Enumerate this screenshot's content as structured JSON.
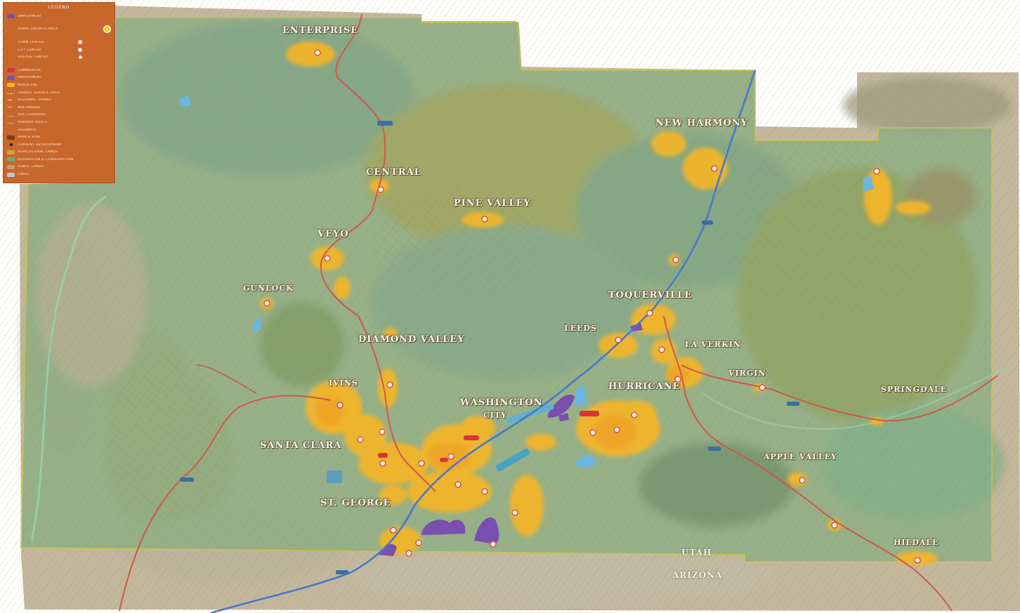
{
  "map": {
    "towns": [
      {
        "id": "enterprise",
        "label": "Enterprise"
      },
      {
        "id": "central",
        "label": "Central"
      },
      {
        "id": "pine-valley",
        "label": "Pine Valley"
      },
      {
        "id": "new-harmony",
        "label": "New Harmony"
      },
      {
        "id": "veyo",
        "label": "Veyo"
      },
      {
        "id": "gunlock",
        "label": "Gunlock"
      },
      {
        "id": "toquerville",
        "label": "Toquerville"
      },
      {
        "id": "leeds",
        "label": "Leeds"
      },
      {
        "id": "la-verkin",
        "label": "La Verkin"
      },
      {
        "id": "diamond-valley",
        "label": "Diamond Valley"
      },
      {
        "id": "virgin",
        "label": "Virgin"
      },
      {
        "id": "ivins",
        "label": "Ivins"
      },
      {
        "id": "hurricane",
        "label": "Hurricane"
      },
      {
        "id": "washington",
        "label": "Washington"
      },
      {
        "id": "city",
        "label": "City"
      },
      {
        "id": "springdale",
        "label": "Springdale"
      },
      {
        "id": "santa-clara",
        "label": "Santa Clara"
      },
      {
        "id": "apple-valley",
        "label": "Apple Valley"
      },
      {
        "id": "st-george",
        "label": "St. George"
      },
      {
        "id": "hildale",
        "label": "Hildale"
      }
    ],
    "states": {
      "north": "Utah",
      "south": "Arizona"
    },
    "colors": {
      "land": "#c7bfa8",
      "forest": "#86a98a",
      "terrain": "#a8913e",
      "growth": "#f2b52a",
      "special": "#7b4fb0",
      "water": "#6bb6e0",
      "highway": "#d2574a",
      "interstate": "#4b78c9",
      "boundary": "#b7b24a",
      "legend_bg": "#c8672c"
    }
  },
  "legend": {
    "title": "Legend",
    "items": [
      {
        "label": "Employment",
        "color": "#7b4fb0"
      },
      {
        "label": "Rural Growth Area",
        "color": "#f5d040",
        "icon": "circle"
      },
      {
        "label": "Town Center",
        "color": "#f3d7c4",
        "icon": "dot"
      },
      {
        "label": "City Center",
        "color": "#f3d7c4",
        "icon": "dot"
      },
      {
        "label": "Village Center",
        "color": "#f3d7c4",
        "icon": "dot"
      },
      {
        "label": "Commercial",
        "color": "#d8343a"
      },
      {
        "label": "Employment",
        "color": "#7b4fb0"
      },
      {
        "label": "Mixed Use",
        "color": "#f2b52a"
      },
      {
        "label": "Transit Service Area",
        "color": "#f5e6c8"
      },
      {
        "label": "Regional Transit",
        "color": "#ffffff",
        "icon": "wave"
      },
      {
        "label": "Multimodal",
        "color": "#f5e6c8",
        "icon": "wave"
      },
      {
        "label": "Rail Corridor",
        "color": "#bfa58c"
      },
      {
        "label": "Parkway Route",
        "color": "#bfa58c"
      },
      {
        "label": "Highways",
        "color": "#d2574a"
      },
      {
        "label": "Park & Ride",
        "color": "#7b3b1a"
      },
      {
        "label": "Current Development",
        "color": "#1b1b1b",
        "icon": "dot"
      },
      {
        "label": "Agricultural Lands",
        "color": "#d4a245"
      },
      {
        "label": "Recreation & Conservation",
        "color": "#5fb07a"
      },
      {
        "label": "Public Lands",
        "color": "#c79a6b"
      },
      {
        "label": "Lakes",
        "color": "#b8c7d8"
      }
    ]
  }
}
